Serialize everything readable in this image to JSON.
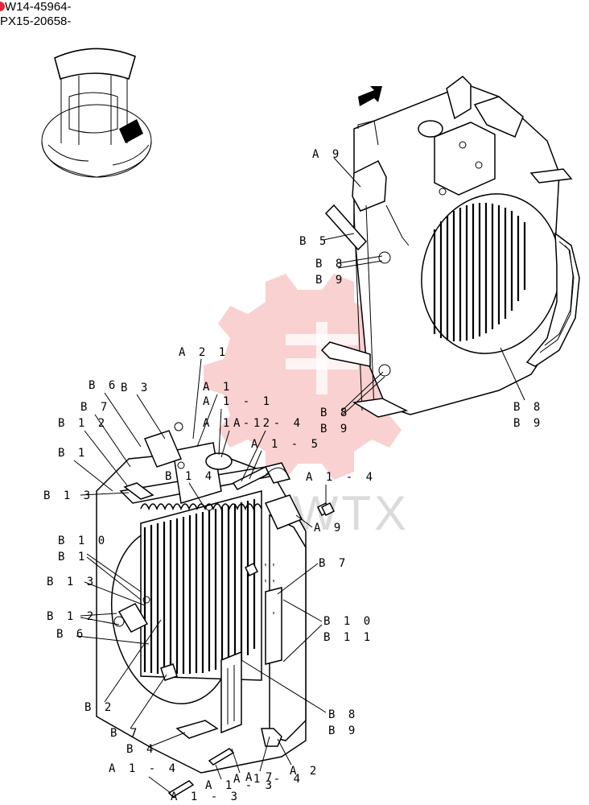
{
  "serials": [
    "W14-45964-",
    "PX15-20658-"
  ],
  "colors": {
    "badge": "#e0283a",
    "watermark": "#e85a5a"
  },
  "watermark_text": "VIEWTX",
  "upper_labels": {
    "a9": "A 9",
    "b5": "B 5",
    "b8": "B 8",
    "b9": "B 9",
    "b8r": "B 8",
    "b9r": "B 9",
    "b8b": "B 8",
    "b9b": "B 9"
  },
  "lower_labels": {
    "a21": "A 2 1",
    "a1": "A 1",
    "a1_1": "A 1 - 1",
    "a1_2": "A 1 - 2",
    "a1_4a": "A 1 - 4",
    "a1_5": "A 1 - 5",
    "b14": "B 1 4",
    "a1_4b": "A 1 - 4",
    "a9": "A 9",
    "b6a": "B 6",
    "b3": "B 3",
    "b7a": "B 7",
    "b12a": "B 1 2",
    "b1a": "B 1",
    "b13a": "B 1 3",
    "b10a": "B 1 0",
    "b1b": "B 1",
    "b13b": "B 1 3",
    "b12b": "B 1 2",
    "b6b": "B 6",
    "b7b": "B 7",
    "b10b": "B 1 0",
    "b11": "B 1 1",
    "b2": "B 2",
    "b8": "B 8",
    "b9": "B 9",
    "b7c": "B 7",
    "b4": "B 4",
    "a1_4c": "A 1 - 4",
    "a1_3": "A 1 - 3",
    "a1_3b": "A 1 - 3",
    "a1_4d": "A 1 - 4",
    "a7": "A 7",
    "a2": "A 2"
  }
}
